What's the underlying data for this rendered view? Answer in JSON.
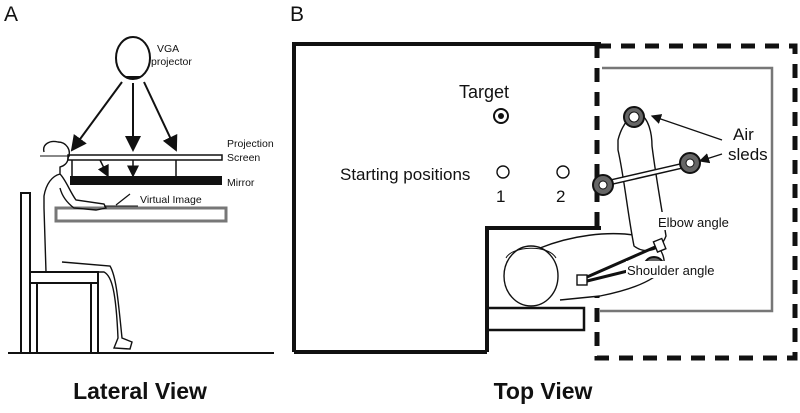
{
  "panel_a": {
    "letter": "A",
    "title": "Lateral View",
    "projector_label_line1": "VGA",
    "projector_label_line2": "projector",
    "screen_label_line1": "Projection",
    "screen_label_line2": "Screen",
    "mirror_label": "Mirror",
    "virtual_image_label": "Virtual Image"
  },
  "panel_b": {
    "letter": "B",
    "title": "Top View",
    "target_label": "Target",
    "starting_positions_label": "Starting positions",
    "position_1": "1",
    "position_2": "2",
    "air_sleds_line1": "Air",
    "air_sleds_line2": "sleds",
    "elbow_label": "Elbow angle",
    "shoulder_label": "Shoulder angle"
  }
}
